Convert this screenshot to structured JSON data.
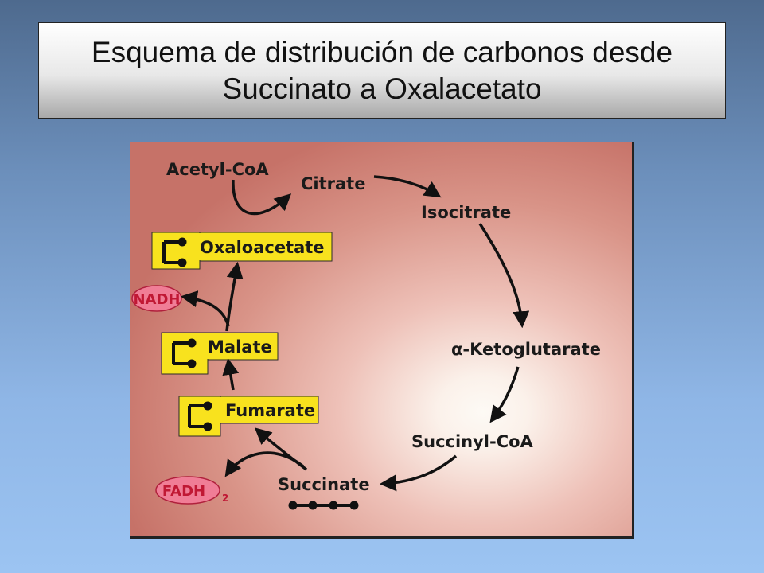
{
  "slide": {
    "title_line1": "Esquema de distribución de carbonos desde",
    "title_line2": "Succinato a Oxalacetato"
  },
  "diagram": {
    "metabolites": {
      "acetyl_coa": "Acetyl-CoA",
      "citrate": "Citrate",
      "isocitrate": "Isocitrate",
      "alpha_ketoglutarate": "α-Ketoglutarate",
      "succinyl_coa": "Succinyl-CoA",
      "succinate": "Succinate",
      "fumarate": "Fumarate",
      "malate": "Malate",
      "oxaloacetate": "Oxaloacetate"
    },
    "cofactors": {
      "nadh": "NADH",
      "fadh": "FADH",
      "fadh_subscript": "2"
    },
    "colors": {
      "highlight_box": "#f8e21e",
      "cofactor_fill": "#f07d96",
      "cofactor_text": "#c01834",
      "background_edge": "#c9776f",
      "background_center": "#fbf6f0"
    }
  }
}
